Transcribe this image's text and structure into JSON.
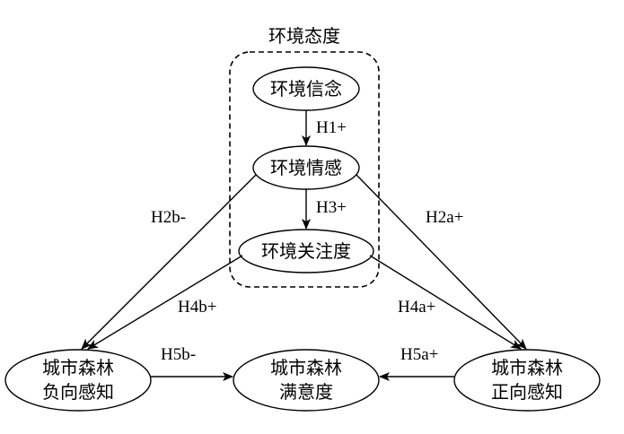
{
  "group": {
    "label": "环境态度"
  },
  "nodes": {
    "belief": {
      "label": "环境信念"
    },
    "emotion": {
      "label": "环境情感"
    },
    "attention": {
      "label": "环境关注度"
    },
    "negative": {
      "line1": "城市森林",
      "line2": "负向感知"
    },
    "satisfaction": {
      "line1": "城市森林",
      "line2": "满意度"
    },
    "positive": {
      "line1": "城市森林",
      "line2": "正向感知"
    }
  },
  "edges": {
    "h1": "H1+",
    "h3": "H3+",
    "h2a": "H2a+",
    "h2b": "H2b-",
    "h4a": "H4a+",
    "h4b": "H4b+",
    "h5a": "H5a+",
    "h5b": "H5b-"
  }
}
